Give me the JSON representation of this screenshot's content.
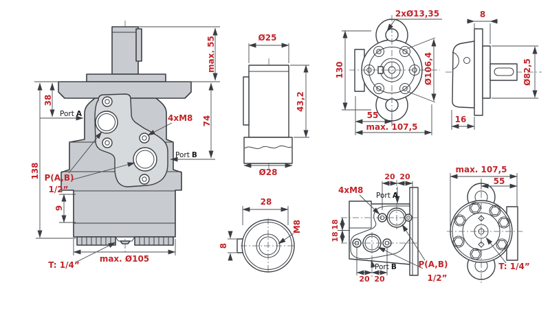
{
  "colors": {
    "background": "#ffffff",
    "line": "#3a3e43",
    "dimension_text": "#c2252a",
    "body_fill": "#c8ccd0",
    "plate_fill": "#d7dadd"
  },
  "front_view": {
    "dim_shaft_height": "max. 55",
    "dim_port_a_depth": "38",
    "dim_port_b_depth": "74",
    "dim_total_height": "138",
    "dim_ring": "9",
    "dim_max_diameter": "max. Ø105",
    "label_bolts": "4xM8",
    "label_drain": "T: 1/4”",
    "label_ports": "P(A,B)",
    "label_ports_size": "1/2”",
    "label_port": "Port",
    "port_a": "A",
    "port_b": "B"
  },
  "shaft_view": {
    "dim_diameter": "Ø25",
    "dim_length": "43,2",
    "dim_collar": "Ø28"
  },
  "shaft_end_view": {
    "dim_width": "28",
    "dim_key": "8",
    "label_thread": "M8"
  },
  "flange_view": {
    "label_holes": "2xØ13,35",
    "dim_height": "130",
    "dim_bolt_circle": "Ø106,4",
    "dim_center": "55",
    "dim_width": "max. 107,5"
  },
  "side_view": {
    "dim_plate": "8",
    "dim_pilot": "Ø82,5",
    "dim_depth": "16"
  },
  "port_view": {
    "label_bolts": "4xM8",
    "dim_top_left": "20",
    "dim_top_right": "20",
    "label_port": "Port",
    "port_a": "A",
    "port_b": "B",
    "dim_mid_upper": "18",
    "dim_mid_lower": "18",
    "dim_bottom_left": "20",
    "dim_bottom_right": "20",
    "label_ports": "P(A,B)",
    "label_ports_size": "1/2”"
  },
  "rear_view": {
    "dim_width": "max. 107,5",
    "dim_center": "55",
    "label_drain": "T: 1/4”"
  }
}
